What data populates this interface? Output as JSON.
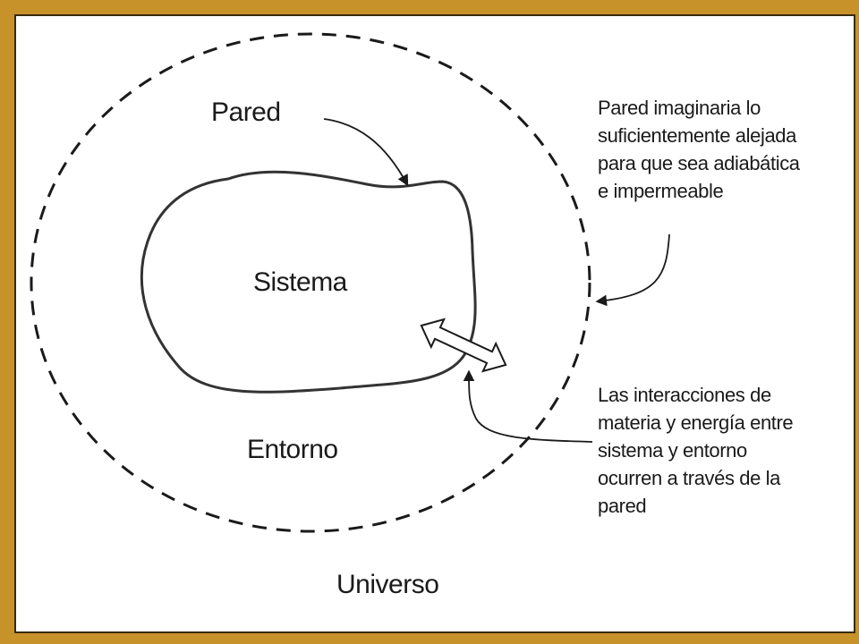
{
  "labels": {
    "pared": "Pared",
    "sistema": "Sistema",
    "entorno": "Entorno",
    "universo": "Universo"
  },
  "note_top": [
    "Pared imaginaria lo",
    "suficientemente alejada",
    "para que sea adiabática",
    "e impermeable"
  ],
  "note_bottom": [
    "Las interacciones de",
    "materia y energía entre",
    "sistema y entorno",
    "ocurren a través de la",
    "pared"
  ],
  "colors": {
    "frame": "#c8922a",
    "background": "#ffffff",
    "ink": "#1a1a1a"
  }
}
